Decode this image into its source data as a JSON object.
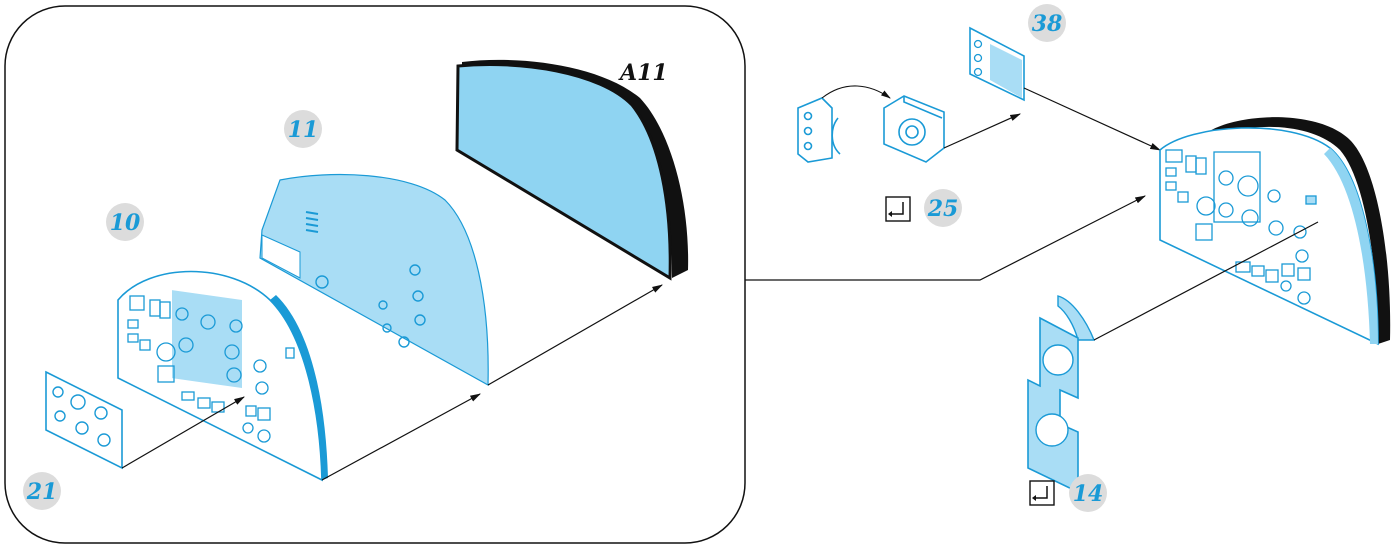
{
  "colors": {
    "part_number": "#1a9ad6",
    "badge_bg": "#dcdcdc",
    "film": "#a9ddf5",
    "film_dark": "#8fd4f2",
    "line": "#1a9ad6",
    "ink": "#111111"
  },
  "detail_box": {
    "labels": {
      "a11": "A11",
      "part_11": "11",
      "part_10": "10",
      "part_21": "21"
    }
  },
  "right_assembly": {
    "labels": {
      "part_38": "38",
      "part_25": "25",
      "part_14": "14"
    },
    "icons": [
      "bend-symbol-icon",
      "bend-symbol-icon"
    ]
  }
}
